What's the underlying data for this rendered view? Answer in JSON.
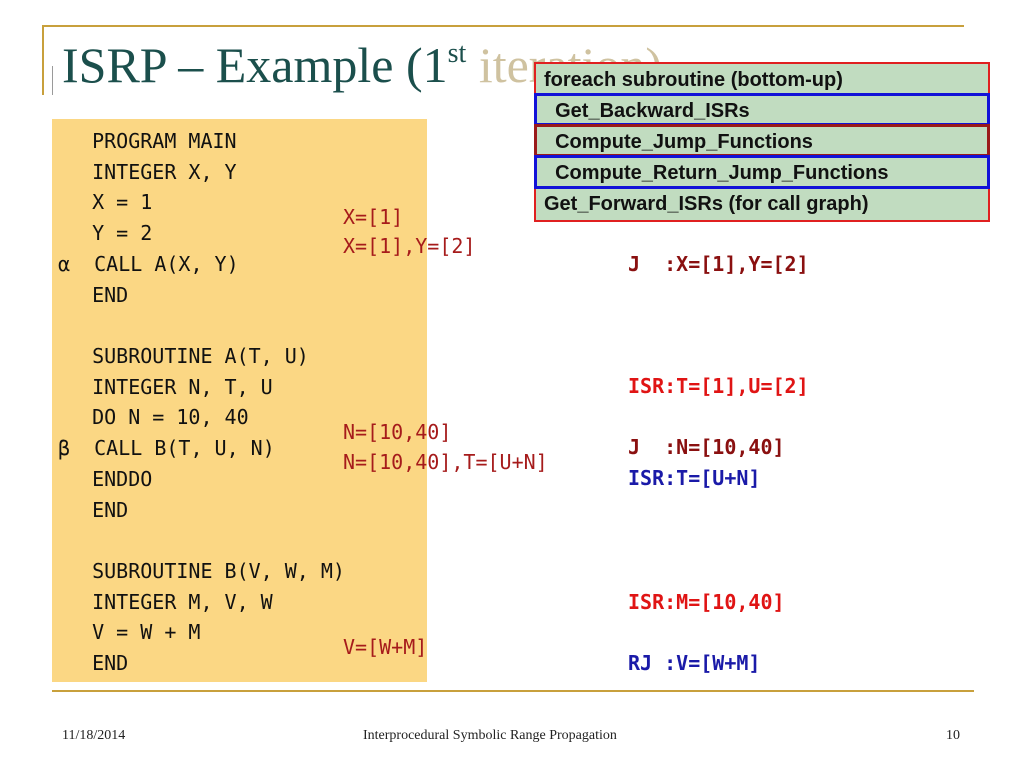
{
  "slide": {
    "title": {
      "main": "ISRP – Example (1",
      "sup": "st",
      "rest": " iteration)"
    },
    "code": {
      "lines": [
        "  PROGRAM MAIN",
        "  INTEGER X, Y",
        "  X = 1",
        "  Y = 2",
        "α  CALL A(X, Y)",
        "  END",
        "",
        "  SUBROUTINE A(T, U)",
        "  INTEGER N, T, U",
        "  DO N = 10, 40",
        "β  CALL B(T, U, N)",
        "  ENDDO",
        "  END",
        "",
        "  SUBROUTINE B(V, W, M)",
        "  INTEGER M, V, W",
        "  V = W + M",
        "  END"
      ]
    },
    "annotations": [
      "X=[1]",
      "X=[1],Y=[2]",
      "N=[10,40]",
      "N=[10,40],T=[U+N]",
      "V=[W+M]"
    ],
    "results": {
      "j_main": "J  :X=[1],Y=[2]",
      "isr_a": "ISR:T=[1],U=[2]",
      "j_a": "J  :N=[10,40]",
      "isr_a2": "ISR:T=[U+N]",
      "isr_b": "ISR:M=[10,40]",
      "rj_b": "RJ :V=[W+M]"
    },
    "algorithm": {
      "line1": "foreach subroutine (bottom-up)",
      "line2": "  Get_Backward_ISRs",
      "line3": "  Compute_Jump_Functions",
      "line4": "  Compute_Return_Jump_Functions",
      "line5": "Get_Forward_ISRs (for call graph)"
    },
    "colors": {
      "accent_gold": "#c8a03c",
      "title": "#1b4f4c",
      "code_bg": "#fbd784",
      "algo_bg": "#c1dcc0",
      "red": "#e01414",
      "blue": "#1a1aa8",
      "dark_red": "#8a1010"
    },
    "footer": {
      "date": "11/18/2014",
      "subtitle": "Interprocedural Symbolic Range Propagation",
      "page": "10"
    }
  }
}
